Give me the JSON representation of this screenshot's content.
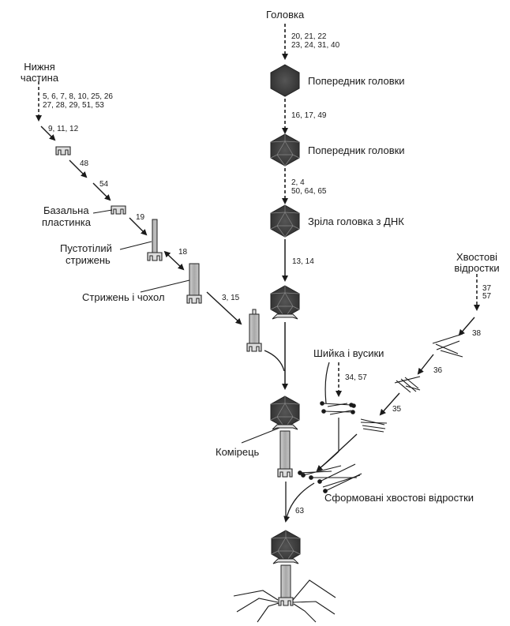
{
  "labels": {
    "head": "Головка",
    "lower_part_line1": "Нижня",
    "lower_part_line2": "частина",
    "head_precursor_1": "Попередник головки",
    "head_precursor_2": "Попередник головки",
    "mature_head": "Зріла головка з ДНК",
    "tail_fibers_line1": "Хвостові",
    "tail_fibers_line2": "відростки",
    "baseplate_line1": "Базальна",
    "baseplate_line2": "пластинка",
    "hollow_core_line1": "Пустотілий",
    "hollow_core_line2": "стрижень",
    "core_and_sheath": "Стрижень і чохол",
    "neck_whiskers": "Шийка і вусики",
    "collar": "Комірець",
    "formed_tail_fibers": "Сформовані хвостові відростки"
  },
  "genes": {
    "head_1_line1": "20, 21, 22",
    "head_1_line2": "23, 24, 31, 40",
    "head_2": "16, 17, 49",
    "head_3_line1": "2, 4",
    "head_3_line2": "50, 64, 65",
    "head_4": "13, 14",
    "lower_1_line1": "5, 6, 7, 8, 10, 25, 26",
    "lower_1_line2": "27, 28, 29, 51, 53",
    "lower_2": "9, 11, 12",
    "lower_3": "48",
    "lower_4": "54",
    "lower_5": "19",
    "lower_6": "18",
    "lower_7": "3, 15",
    "fiber_1_line1": "37",
    "fiber_1_line2": "57",
    "fiber_2": "38",
    "fiber_3": "36",
    "fiber_4": "35",
    "neck": "34, 57",
    "final": "63"
  },
  "colors": {
    "ink": "#1a1a1a",
    "head_fill": "#4a4a4a",
    "tail_fill": "#b8b8b8"
  }
}
